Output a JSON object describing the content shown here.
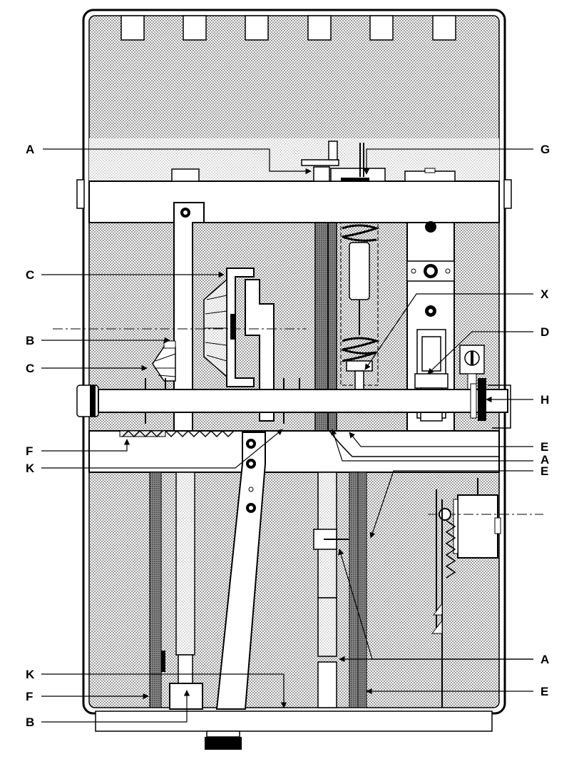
{
  "labels": {
    "left": [
      {
        "id": "a-left",
        "text": "A"
      },
      {
        "id": "c-upper",
        "text": "C"
      },
      {
        "id": "b-upper",
        "text": "B"
      },
      {
        "id": "c-lower",
        "text": "C"
      },
      {
        "id": "f-upper",
        "text": "F"
      },
      {
        "id": "k-upper",
        "text": "K"
      },
      {
        "id": "k-lower",
        "text": "K"
      },
      {
        "id": "f-lower",
        "text": "F"
      },
      {
        "id": "b-lower",
        "text": "B"
      }
    ],
    "right": [
      {
        "id": "g",
        "text": "G"
      },
      {
        "id": "x",
        "text": "X"
      },
      {
        "id": "d",
        "text": "D"
      },
      {
        "id": "h",
        "text": "H"
      },
      {
        "id": "e-upper",
        "text": "E"
      },
      {
        "id": "a-mid",
        "text": "A"
      },
      {
        "id": "e-mid",
        "text": "E"
      },
      {
        "id": "a-lower",
        "text": "A"
      },
      {
        "id": "e-lower",
        "text": "E"
      }
    ]
  }
}
